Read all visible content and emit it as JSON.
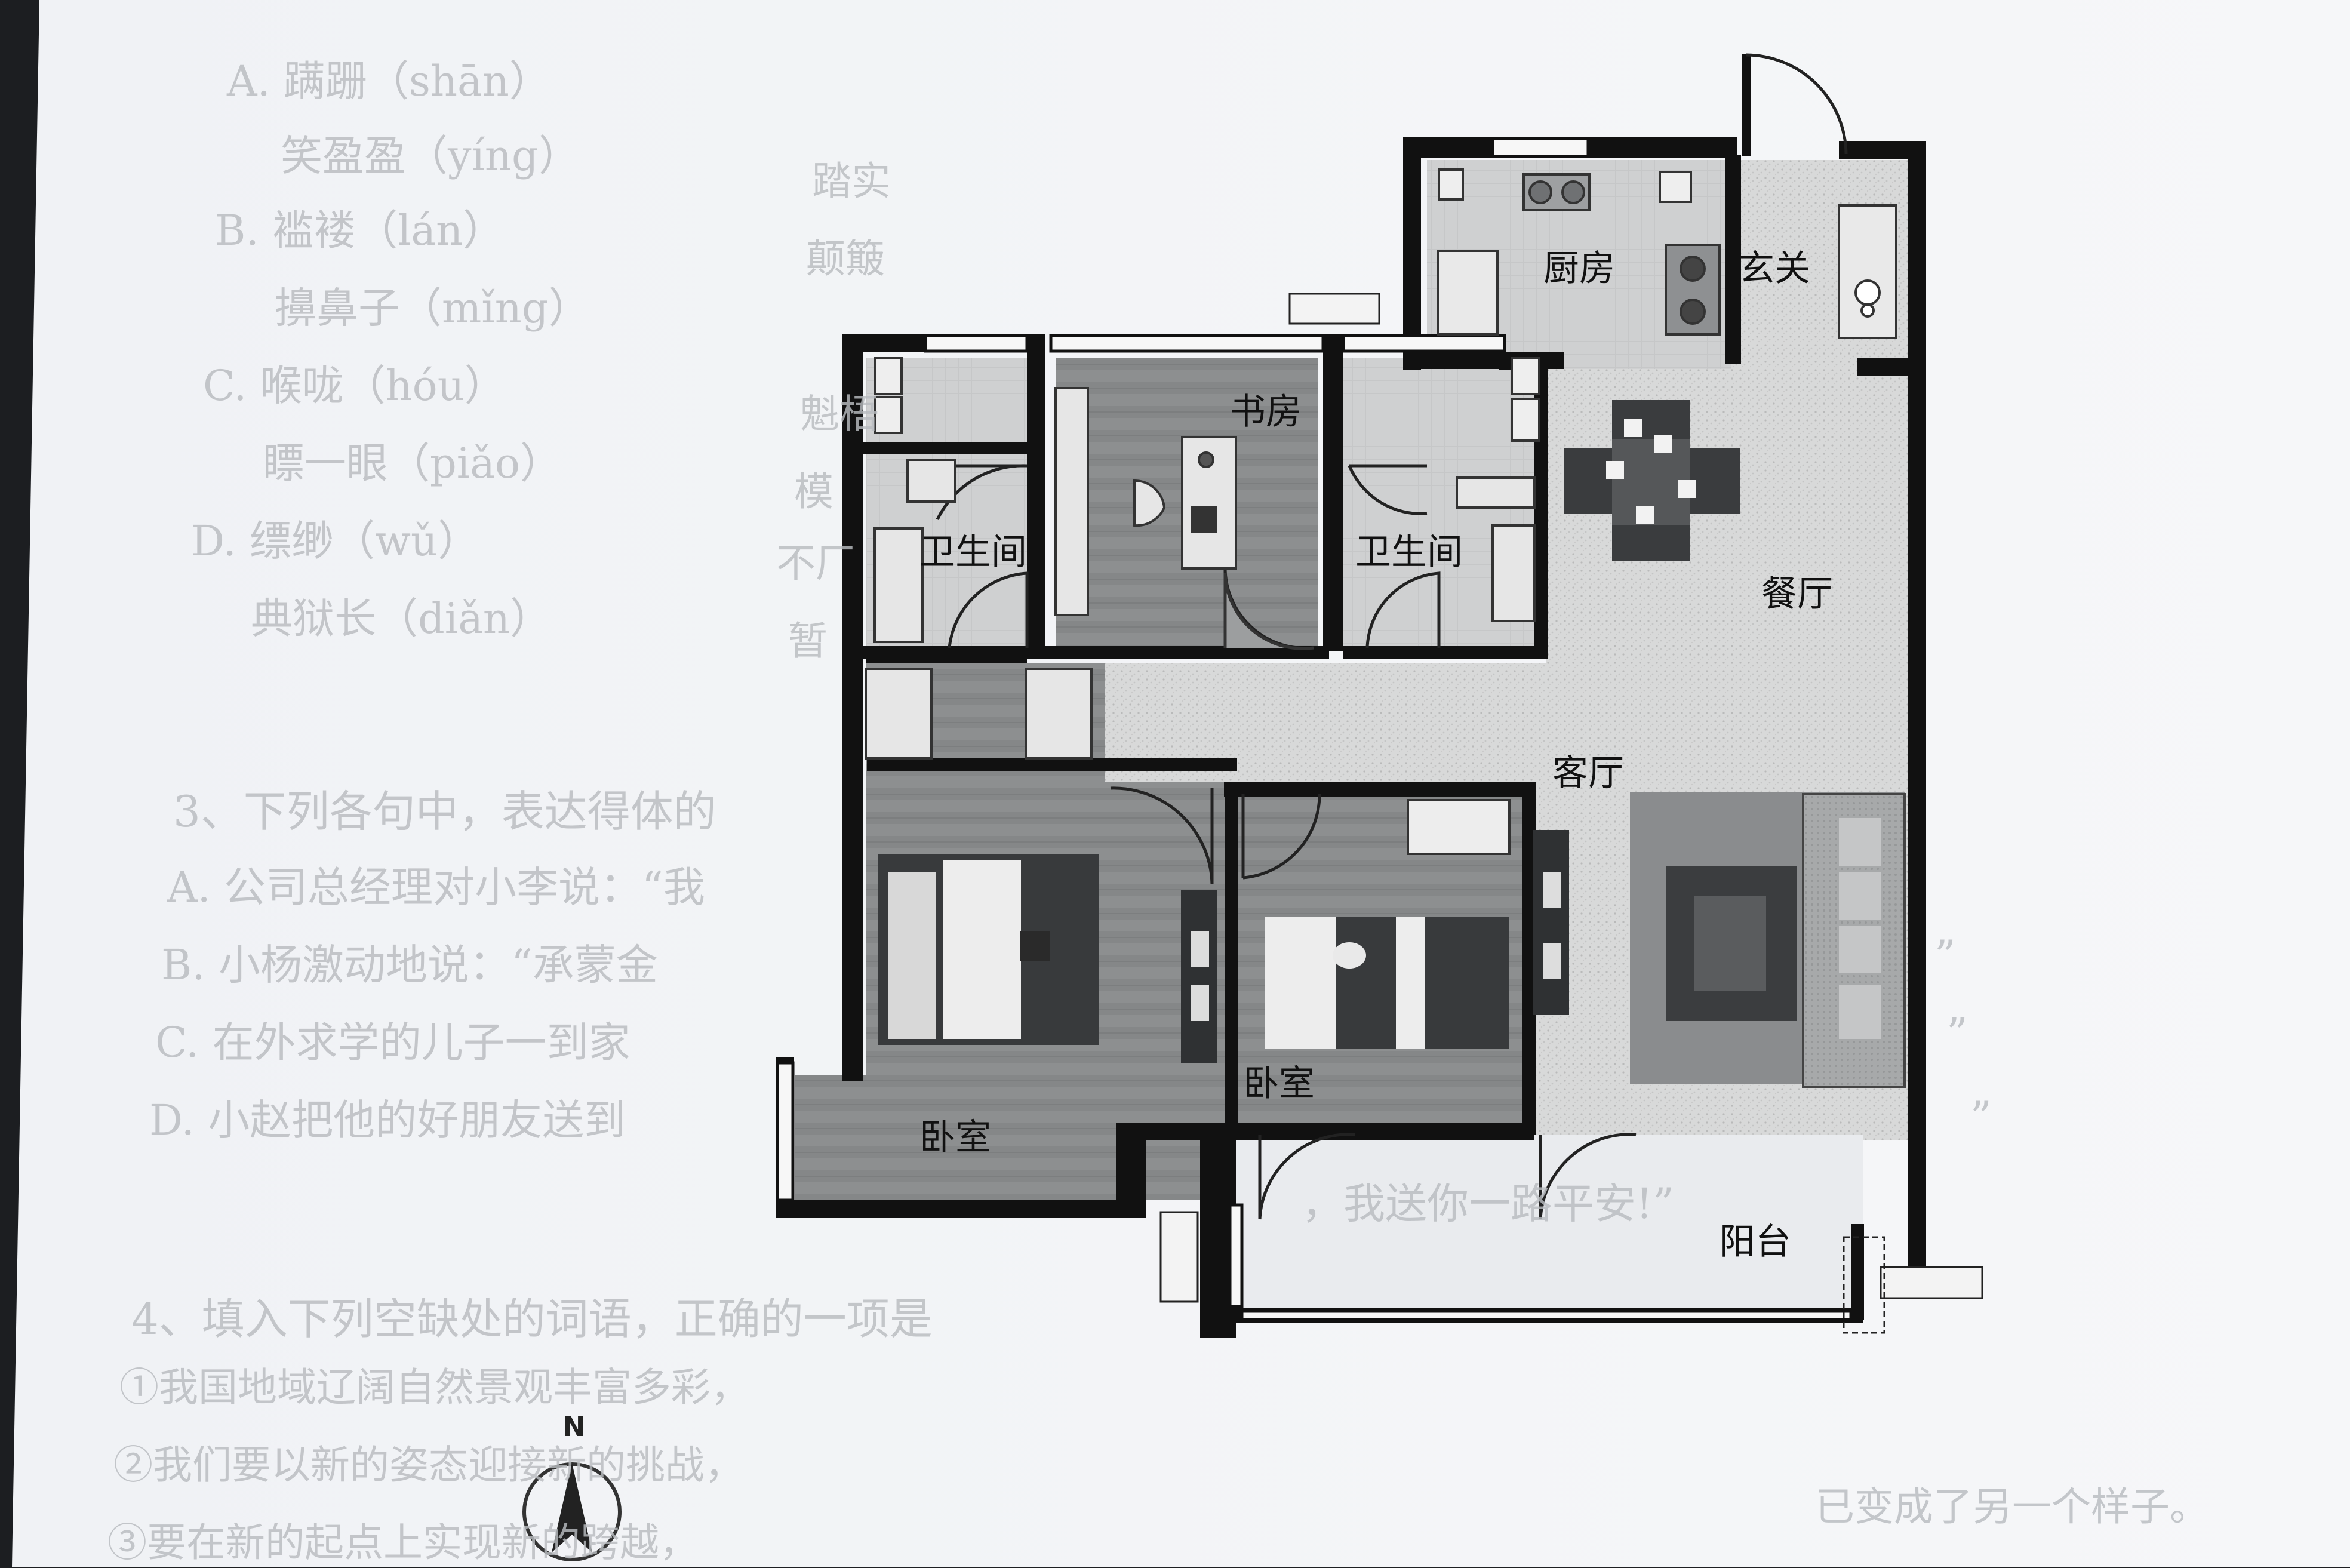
{
  "worksheet": {
    "options_top": [
      {
        "text": "A. 蹒跚（shān）"
      },
      {
        "text": "笑盈盈（yíng）"
      },
      {
        "text": "B. 褴褛（lán）"
      },
      {
        "text": "擤鼻子（mǐng）"
      },
      {
        "text": "C. 喉咙（hóu）"
      },
      {
        "text": "瞟一眼（piǎo）"
      },
      {
        "text": "D. 缥缈（wǔ）"
      },
      {
        "text": "典狱长（diǎn）"
      }
    ],
    "mid_column": [
      "踏实",
      "颠簸",
      "魁梧",
      "模",
      "不厂",
      "暂"
    ],
    "question3": "3、下列各句中，表达得体的",
    "q3_options": [
      "A. 公司总经理对小李说：“我",
      "B. 小杨激动地说：“承蒙金",
      "C. 在外求学的儿子一到家",
      "D. 小赵把他的好朋友送到"
    ],
    "q3_tail": [
      "”",
      "”",
      "”"
    ],
    "q3_d_tail": "，我送你一路平安!”",
    "question4": "4、填入下列空缺处的词语，正确的一项是",
    "q4_line1": "①我国地域辽阔自然景观丰富多彩，",
    "q4_line2": "②我们要以新的姿态迎接新的挑战，",
    "q4_line3": "③要在新的起点上实现新的跨越，",
    "q4_right": "已变成了另一个样子。"
  },
  "floorplan": {
    "rooms": {
      "kitchen": "厨房",
      "entrance": "玄关",
      "study": "书房",
      "bathroom_left": "卫生间",
      "bathroom_right": "卫生间",
      "dining": "餐厅",
      "living": "客厅",
      "bedroom_left": "卧室",
      "bedroom_right": "卧室",
      "balcony": "阳台"
    },
    "compass_label": "N"
  }
}
